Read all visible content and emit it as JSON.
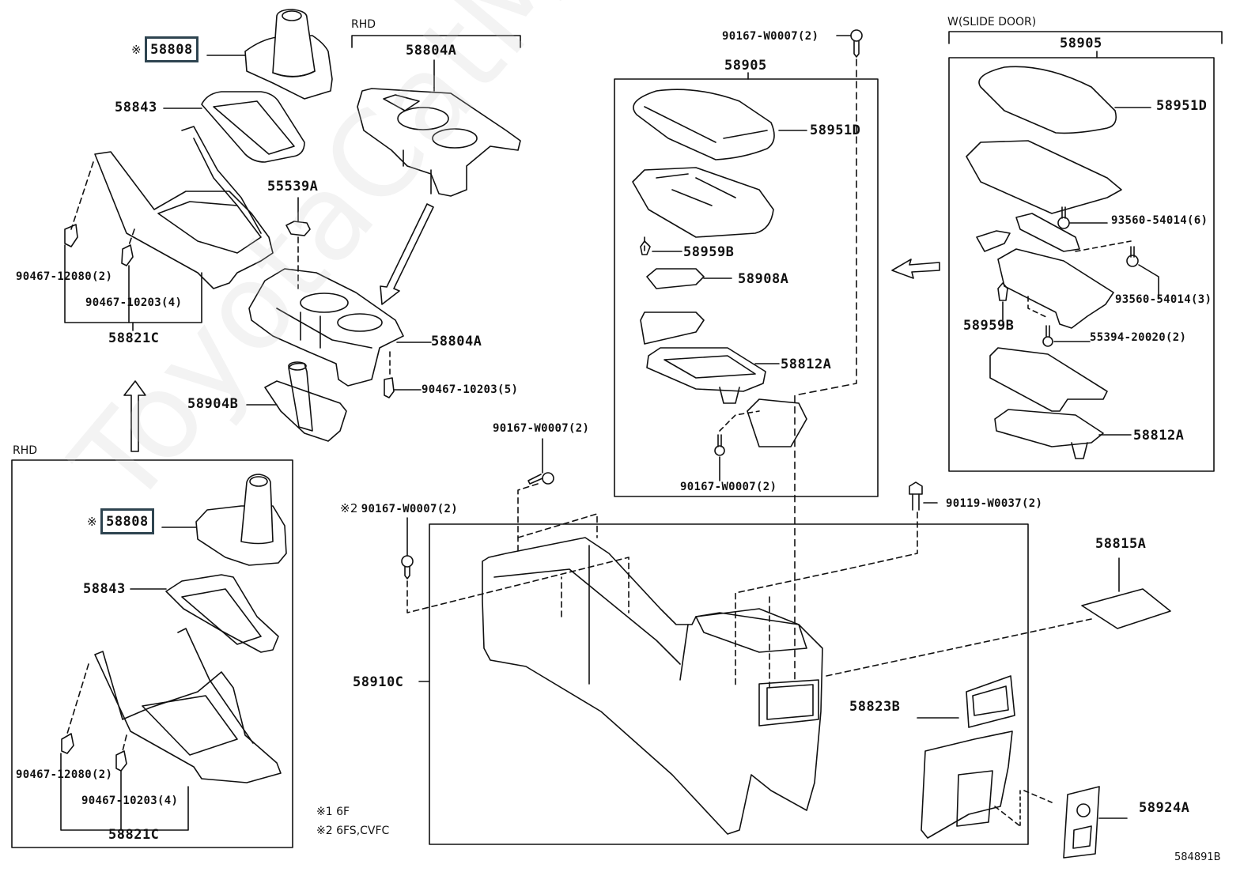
{
  "diagram": {
    "type": "exploded-parts-diagram",
    "figure_code": "584891B",
    "watermark": "ToyotaCatMine.ru",
    "group_labels": {
      "rhd_top": "RHD",
      "rhd_box": "RHD",
      "slide_door": "W(SLIDE DOOR)"
    },
    "parts": {
      "p58808_top": "58808",
      "p58843_top": "58843",
      "p90467_12080_top": "90467-12080(2)",
      "p90467_10203_top": "90467-10203(4)",
      "p58821c_top": "58821C",
      "p58804a_rhd": "58804A",
      "p55539a": "55539A",
      "p58804a": "58804A",
      "p90467_10203_5": "90467-10203(5)",
      "p58904b": "58904B",
      "p90167_w0007_top": "90167-W0007(2)",
      "p58905_mid": "58905",
      "p58951d_mid": "58951D",
      "p58959b_mid": "58959B",
      "p58908a": "58908A",
      "p58812a_mid": "58812A",
      "p90167_w0007_box": "90167-W0007(2)",
      "p58905_right": "58905",
      "p58951d_right": "58951D",
      "p93560_54014_6": "93560-54014(6)",
      "p93560_54014_3": "93560-54014(3)",
      "p58959b_right": "58959B",
      "p55394_20020": "55394-20020(2)",
      "p58812a_right": "58812A",
      "p90167_w0007_center": "90167-W0007(2)",
      "p90167_w0007_note2": "90167-W0007(2)",
      "p90119_w0037": "90119-W0037(2)",
      "p58815a": "58815A",
      "p58910c": "58910C",
      "p58823b": "58823B",
      "p58924a": "58924A",
      "p58808_rhd": "58808",
      "p58843_rhd": "58843",
      "p90467_12080_rhd": "90467-12080(2)",
      "p90467_10203_rhd": "90467-10203(4)",
      "p58821c_rhd": "58821C"
    },
    "marks": {
      "note_mark": "※",
      "note2_prefix": "※2"
    },
    "footnotes": [
      "※1 6F",
      "※2 6FS,CVFC"
    ],
    "highlight_color": "#2e4450"
  }
}
